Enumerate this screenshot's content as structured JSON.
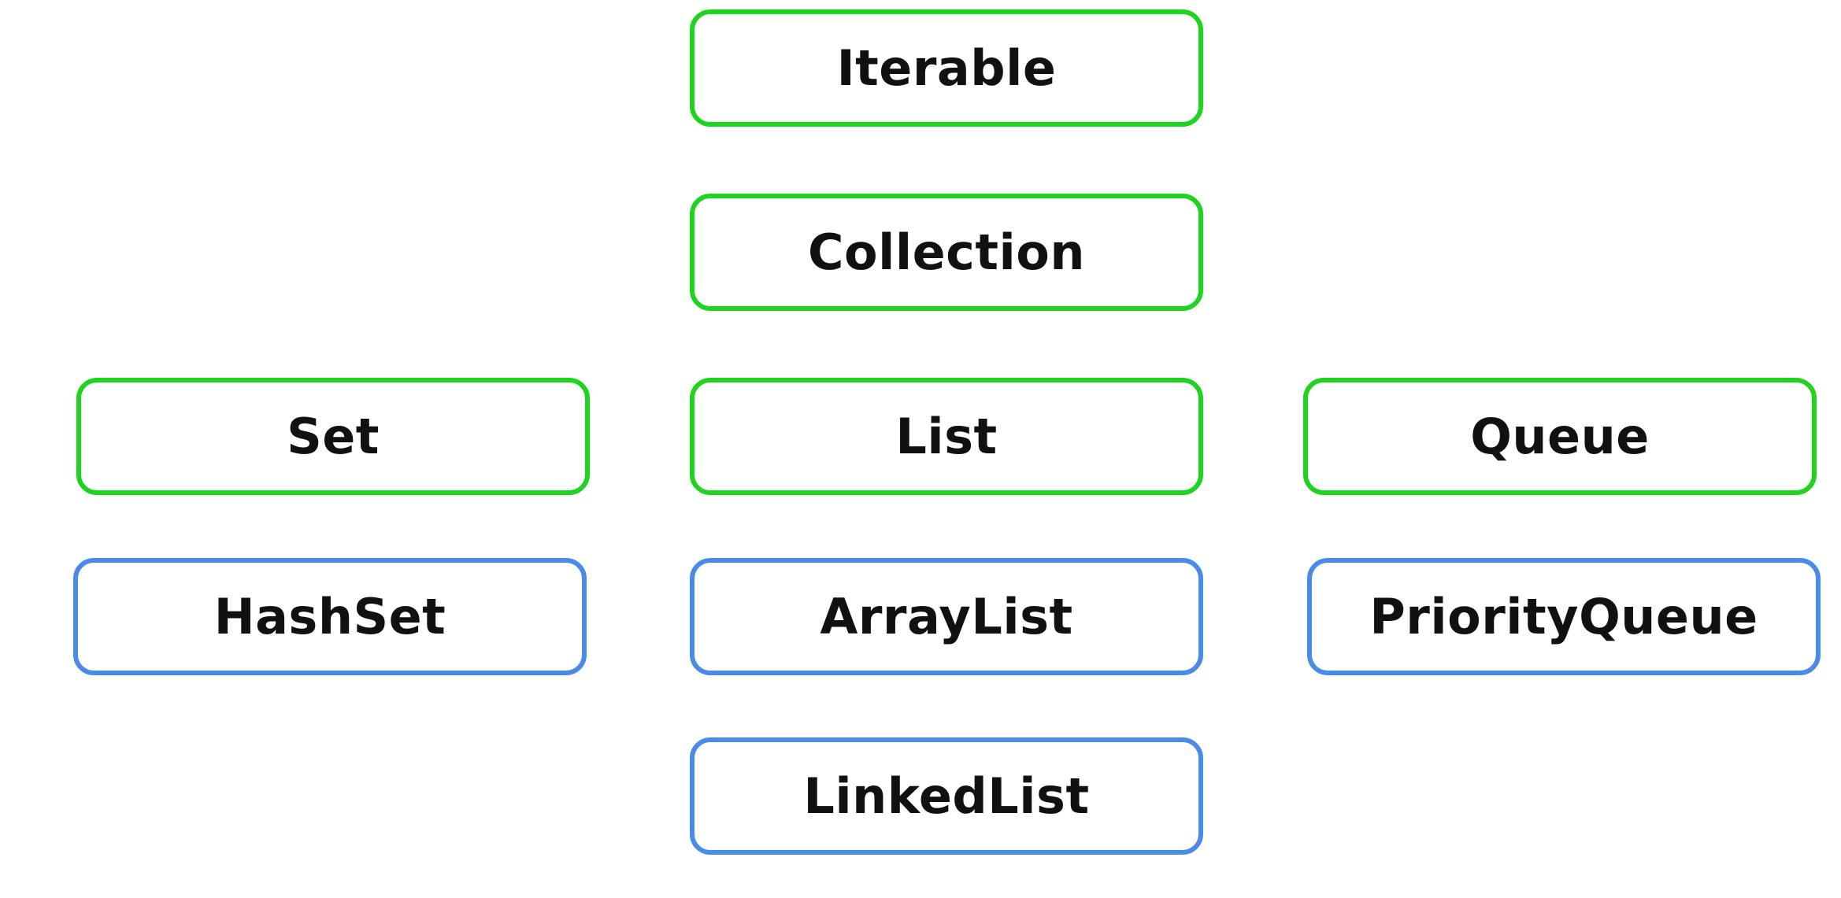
{
  "colors": {
    "interface": "#1ed41e",
    "class": "#4a8ae8",
    "text": "#111111",
    "background": "#ffffff"
  },
  "nodes": {
    "iterable": {
      "label": "Iterable",
      "kind": "interface"
    },
    "collection": {
      "label": "Collection",
      "kind": "interface"
    },
    "set": {
      "label": "Set",
      "kind": "interface"
    },
    "list": {
      "label": "List",
      "kind": "interface"
    },
    "queue": {
      "label": "Queue",
      "kind": "interface"
    },
    "hashset": {
      "label": "HashSet",
      "kind": "class"
    },
    "arraylist": {
      "label": "ArrayList",
      "kind": "class"
    },
    "priorityqueue": {
      "label": "PriorityQueue",
      "kind": "class"
    },
    "linkedlist": {
      "label": "LinkedList",
      "kind": "class"
    }
  }
}
